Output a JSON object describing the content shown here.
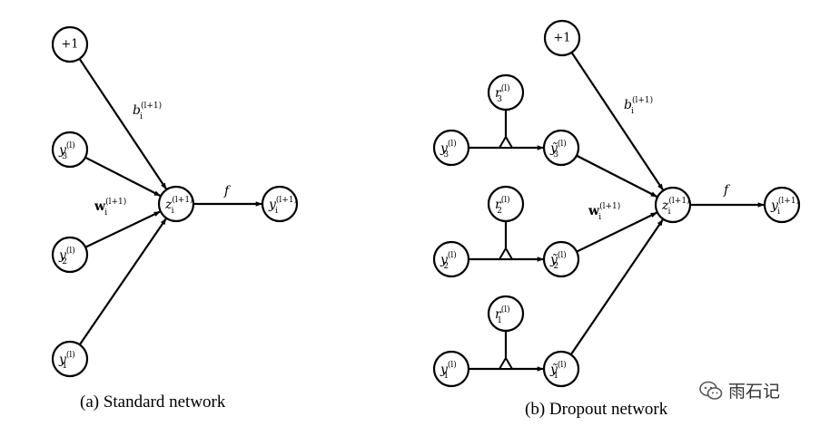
{
  "diagrams": {
    "standard": {
      "caption": "(a) Standard network",
      "nodes": [
        {
          "id": "s_bias",
          "label": "+1"
        },
        {
          "id": "s_y3",
          "base": "y",
          "sub": "3",
          "sup": "(l)"
        },
        {
          "id": "s_y2",
          "base": "y",
          "sub": "2",
          "sup": "(l)"
        },
        {
          "id": "s_y1",
          "base": "y",
          "sub": "1",
          "sup": "(l)"
        },
        {
          "id": "s_z",
          "base": "z",
          "sub": "i",
          "sup": "(l+1)"
        },
        {
          "id": "s_yout",
          "base": "y",
          "sub": "i",
          "sup": "(l+1)"
        }
      ],
      "edge_labels": [
        {
          "id": "s_b",
          "base": "b",
          "sub": "i",
          "sup": "(l+1)"
        },
        {
          "id": "s_w",
          "base": "w",
          "bold": true,
          "sub": "i",
          "sup": "(l+1)"
        },
        {
          "id": "s_f",
          "base": "f"
        }
      ]
    },
    "dropout": {
      "caption": "(b) Dropout network",
      "nodes": [
        {
          "id": "d_bias",
          "label": "+1"
        },
        {
          "id": "d_r3",
          "base": "r",
          "sub": "3",
          "sup": "(l)"
        },
        {
          "id": "d_r2",
          "base": "r",
          "sub": "2",
          "sup": "(l)"
        },
        {
          "id": "d_r1",
          "base": "r",
          "sub": "1",
          "sup": "(l)"
        },
        {
          "id": "d_y3",
          "base": "y",
          "sub": "3",
          "sup": "(l)"
        },
        {
          "id": "d_y2",
          "base": "y",
          "sub": "2",
          "sup": "(l)"
        },
        {
          "id": "d_y1",
          "base": "y",
          "sub": "1",
          "sup": "(l)"
        },
        {
          "id": "d_t3",
          "base": "ỹ",
          "sub": "3",
          "sup": "(l)"
        },
        {
          "id": "d_t2",
          "base": "ỹ",
          "sub": "2",
          "sup": "(l)"
        },
        {
          "id": "d_t1",
          "base": "ỹ",
          "sub": "1",
          "sup": "(l)"
        },
        {
          "id": "d_z",
          "base": "z",
          "sub": "i",
          "sup": "(l+1)"
        },
        {
          "id": "d_yout",
          "base": "y",
          "sub": "i",
          "sup": "(l+1)"
        }
      ],
      "edge_labels": [
        {
          "id": "d_b",
          "base": "b",
          "sub": "i",
          "sup": "(l+1)"
        },
        {
          "id": "d_w",
          "base": "w",
          "bold": true,
          "sub": "i",
          "sup": "(l+1)"
        },
        {
          "id": "d_f",
          "base": "f"
        }
      ]
    }
  },
  "watermark": {
    "text": "雨石记",
    "icon": "wechat-icon"
  }
}
